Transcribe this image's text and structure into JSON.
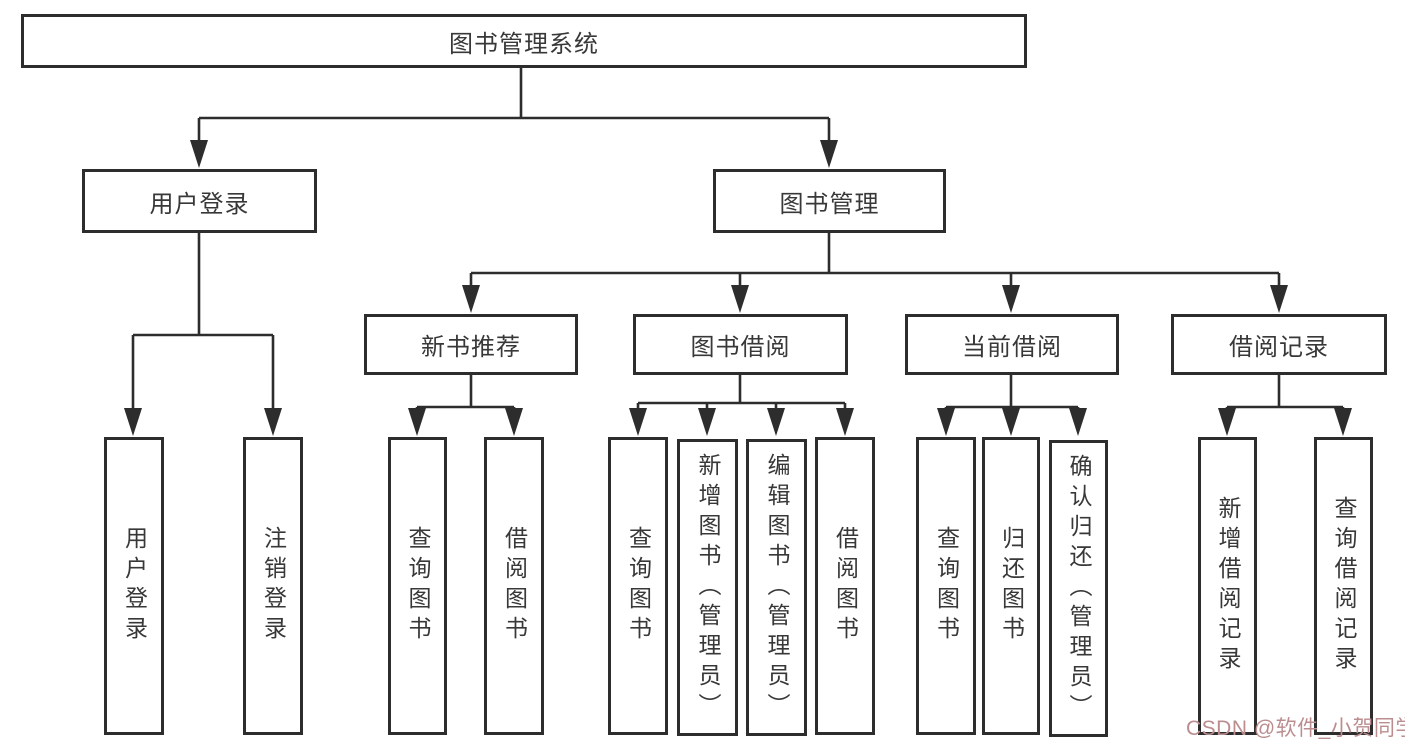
{
  "diagram": {
    "title": "图书管理系统",
    "background_color": "#ffffff",
    "line_color": "#2d2d2d",
    "text_color": "#383838",
    "watermark": "CSDN @软件_小贺同学",
    "watermark_color": "#bb8d8f",
    "nodes": {
      "root": "图书管理系统",
      "user_login": "用户登录",
      "book_mgmt": "图书管理",
      "new_books": "新书推荐",
      "book_borrow": "图书借阅",
      "current_borrow": "当前借阅",
      "borrow_records": "借阅记录",
      "leaf_user_login": "用户登录",
      "leaf_logout": "注销登录",
      "leaf_query_books_1": "查询图书",
      "leaf_borrow_books_1": "借阅图书",
      "leaf_query_books_2": "查询图书",
      "leaf_add_books": "新增图书（管理员）",
      "leaf_edit_books": "编辑图书（管理员）",
      "leaf_borrow_books_2": "借阅图书",
      "leaf_query_books_3": "查询图书",
      "leaf_return_books": "归还图书",
      "leaf_confirm_return": "确认归还（管理员）",
      "leaf_add_record": "新增借阅记录",
      "leaf_query_record": "查询借阅记录"
    },
    "structure": {
      "root": [
        "user_login",
        "book_mgmt"
      ],
      "user_login": [
        "leaf_user_login",
        "leaf_logout"
      ],
      "book_mgmt": [
        "new_books",
        "book_borrow",
        "current_borrow",
        "borrow_records"
      ],
      "new_books": [
        "leaf_query_books_1",
        "leaf_borrow_books_1"
      ],
      "book_borrow": [
        "leaf_query_books_2",
        "leaf_add_books",
        "leaf_edit_books",
        "leaf_borrow_books_2"
      ],
      "current_borrow": [
        "leaf_query_books_3",
        "leaf_return_books",
        "leaf_confirm_return"
      ],
      "borrow_records": [
        "leaf_add_record",
        "leaf_query_record"
      ]
    }
  }
}
